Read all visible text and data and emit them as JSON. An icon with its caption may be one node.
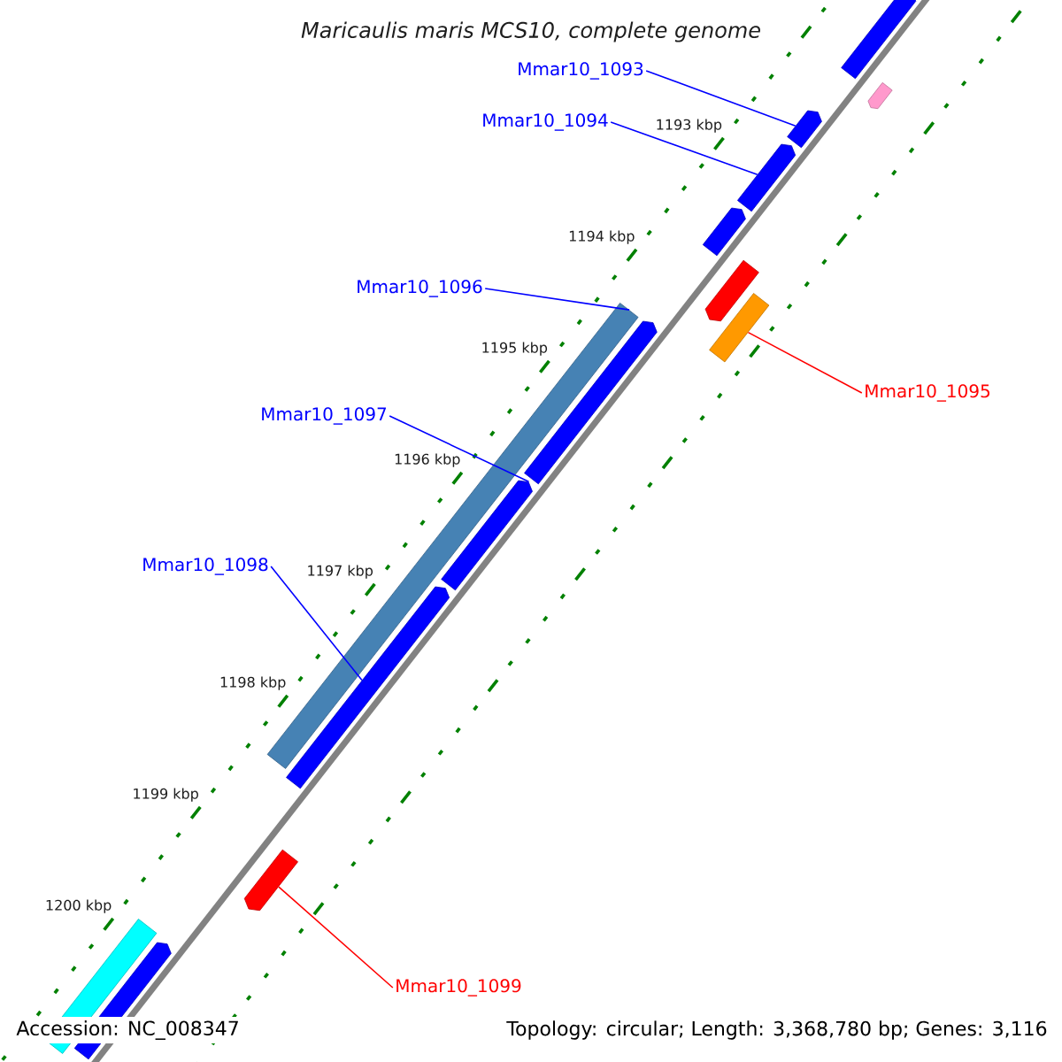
{
  "diagram": {
    "title": "Maricaulis maris MCS10, complete genome",
    "nodes": [
      {
        "text": [
          "Mmar10_1093"
        ]
      },
      {
        "text": [
          "Mmar10_1094"
        ]
      },
      {
        "text": [
          "Mmar10_1096"
        ]
      },
      {
        "text": [
          "Mmar10_1095"
        ]
      },
      {
        "text": [
          "Mmar10_1097"
        ]
      },
      {
        "text": [
          "Mmar10_1098"
        ]
      },
      {
        "text": [
          "Mmar10_1099"
        ]
      },
      {
        "text": [],
        "shape": "pentagon"
      },
      {
        "text": [],
        "shape": "pentagon"
      },
      {
        "text": [],
        "shape": "bar"
      },
      {
        "text": [],
        "shape": "bar"
      },
      {
        "text": [],
        "shape": "pentagon"
      },
      {
        "text": [],
        "shape": "pentagon"
      },
      {
        "text": [],
        "shape": "pentagon"
      },
      {
        "text": [],
        "shape": "pentagon"
      },
      {
        "text": [],
        "shape": "pentagon"
      },
      {
        "text": [],
        "shape": "pentagon"
      },
      {
        "text": [],
        "shape": "pentagon"
      },
      {
        "text": [],
        "shape": "pentagon"
      },
      {
        "text": [],
        "shape": "bar"
      },
      {
        "text": [],
        "shape": "pentagon"
      }
    ],
    "edges": [
      {
        "from": 0,
        "to": 7,
        "arrow": "none"
      },
      {
        "from": 1,
        "to": 8,
        "arrow": "none"
      },
      {
        "from": 2,
        "to": 9,
        "arrow": "none"
      },
      {
        "from": 3,
        "to": 10,
        "arrow": "none",
        "color": "#ff0000"
      },
      {
        "from": 4,
        "to": 11,
        "arrow": "none"
      },
      {
        "from": 5,
        "to": 12,
        "arrow": "none"
      },
      {
        "from": 6,
        "to": 13,
        "arrow": "none",
        "color": "#ff0000"
      }
    ],
    "labels": [
      "1193 kbp",
      "1194 kbp",
      "1195 kbp",
      "1196 kbp",
      "1197 kbp",
      "1198 kbp",
      "1199 kbp",
      "1200 kbp",
      "Accession: NC_008347",
      "Topology: circular; Length: 3,368,780 bp; Genes: 3,116"
    ]
  }
}
